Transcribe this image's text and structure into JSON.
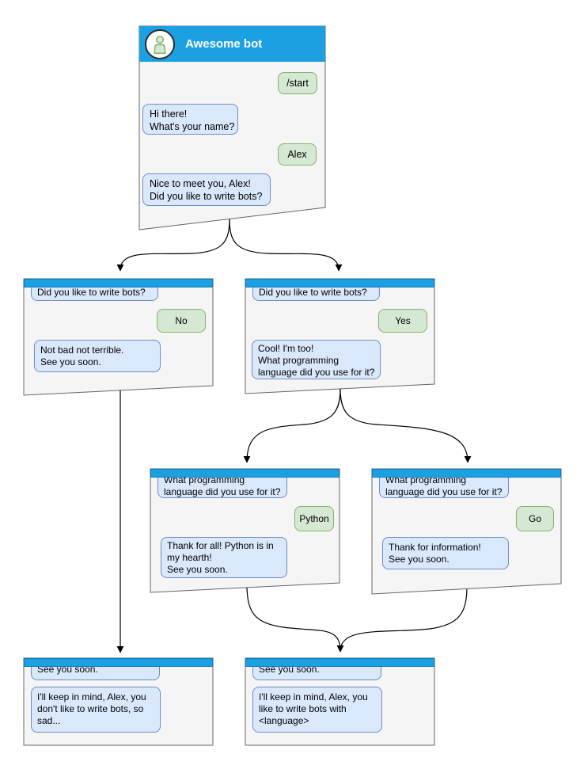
{
  "diagram": {
    "type": "chatbot-conversation-flow",
    "colors": {
      "header_blue": "#1BA1E2",
      "bot_bubble_fill": "#DAE8FC",
      "bot_bubble_stroke": "#6C8EBF",
      "user_bubble_fill": "#D5E8D4",
      "user_bubble_stroke": "#82B366",
      "panel_fill": "#F5F5F5",
      "panel_stroke": "#666666"
    }
  },
  "nodes": [
    {
      "id": "start",
      "title": "Awesome bot",
      "messages": [
        {
          "from": "user",
          "text": "/start"
        },
        {
          "from": "bot",
          "text": "Hi there!\nWhat's your name?"
        },
        {
          "from": "user",
          "text": "Alex"
        },
        {
          "from": "bot",
          "text": "Nice to meet you, Alex!\nDid you like to write bots?"
        }
      ]
    },
    {
      "id": "branch-no",
      "messages": [
        {
          "from": "bot",
          "text": "Did you like to write bots?"
        },
        {
          "from": "user",
          "text": "No"
        },
        {
          "from": "bot",
          "text": "Not bad not terrible.\nSee you soon."
        }
      ]
    },
    {
      "id": "branch-yes",
      "messages": [
        {
          "from": "bot",
          "text": "Did you like to write bots?"
        },
        {
          "from": "user",
          "text": "Yes"
        },
        {
          "from": "bot",
          "text": "Cool! I'm too!\nWhat programming\nlanguage did you use for it?"
        }
      ]
    },
    {
      "id": "lang-python",
      "messages": [
        {
          "from": "bot",
          "text": "What programming\nlanguage did you use for it?"
        },
        {
          "from": "user",
          "text": "Python"
        },
        {
          "from": "bot",
          "text": "Thank for all! Python is in\nmy hearth!\nSee you soon."
        }
      ]
    },
    {
      "id": "lang-go",
      "messages": [
        {
          "from": "bot",
          "text": "What programming\nlanguage did you use for it?"
        },
        {
          "from": "user",
          "text": "Go"
        },
        {
          "from": "bot",
          "text": "Thank for information!\nSee you soon."
        }
      ]
    },
    {
      "id": "end-no",
      "messages": [
        {
          "from": "bot",
          "text": "See you soon."
        },
        {
          "from": "bot",
          "text": "I'll keep in mind, Alex, you\ndon't like to write bots, so\nsad..."
        }
      ]
    },
    {
      "id": "end-yes",
      "messages": [
        {
          "from": "bot",
          "text": "See you soon."
        },
        {
          "from": "bot",
          "text": "I'll keep in mind, Alex, you\nlike to write bots with\n<language>"
        }
      ]
    }
  ],
  "edges": [
    {
      "from": "start",
      "to": "branch-no"
    },
    {
      "from": "start",
      "to": "branch-yes"
    },
    {
      "from": "branch-yes",
      "to": "lang-python"
    },
    {
      "from": "branch-yes",
      "to": "lang-go"
    },
    {
      "from": "branch-no",
      "to": "end-no"
    },
    {
      "from": "lang-python",
      "to": "end-yes"
    },
    {
      "from": "lang-go",
      "to": "end-yes"
    }
  ]
}
